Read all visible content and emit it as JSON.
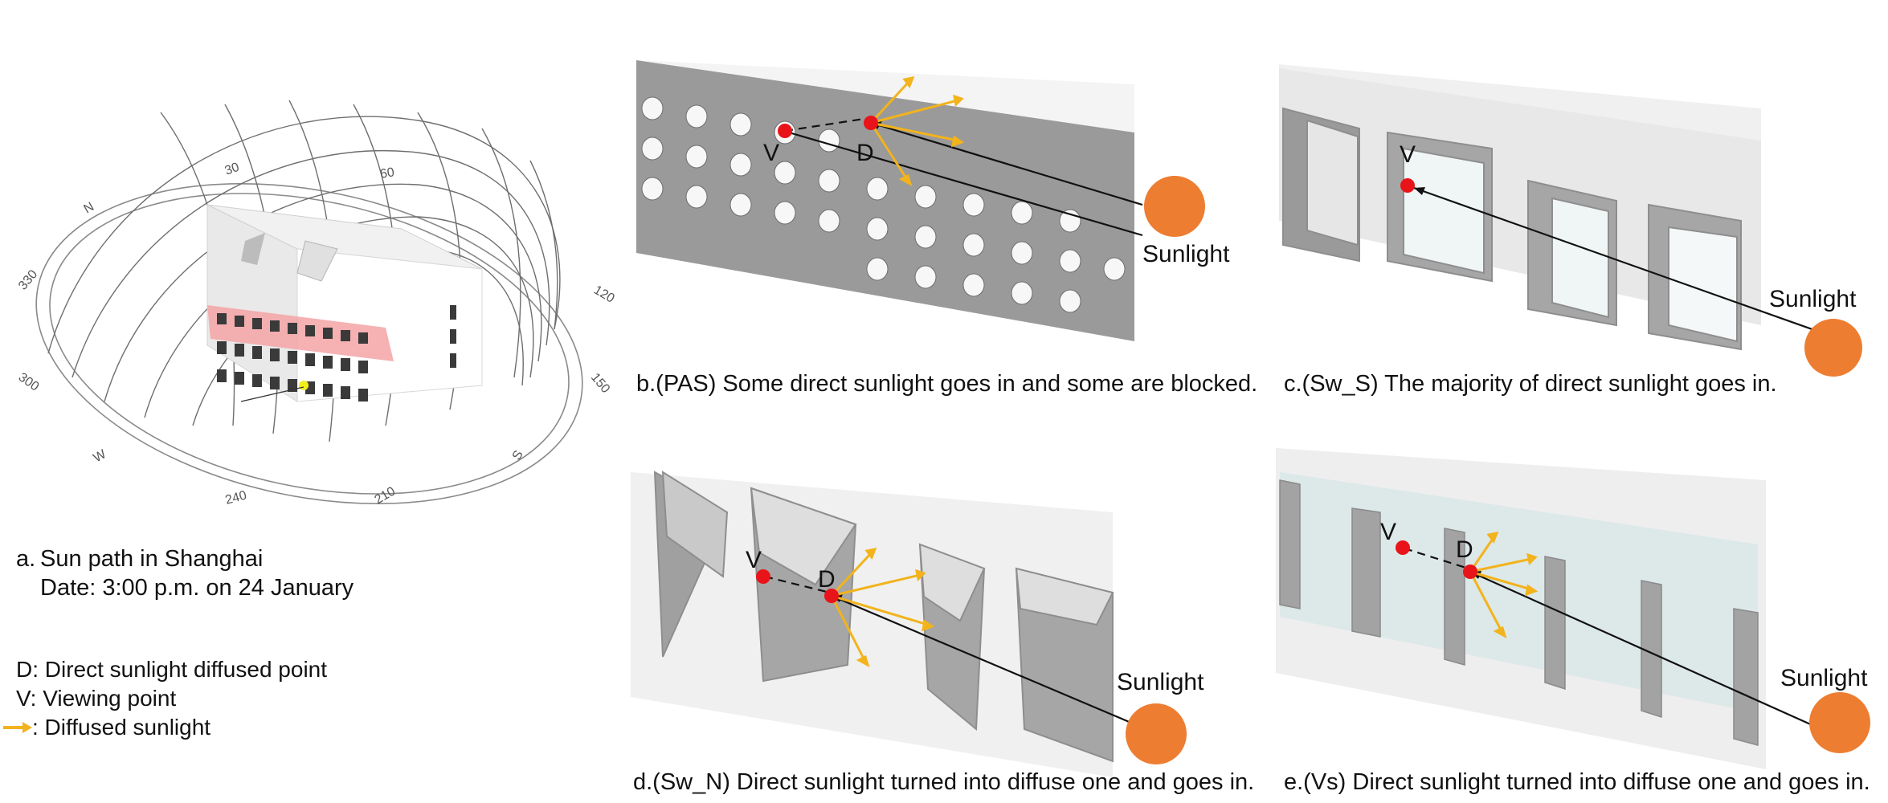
{
  "colors": {
    "sun": "#ED7D31",
    "point": "#E8141A",
    "ray": "#F2B31C",
    "shade": "#9A9A9A",
    "highlight": "#F4A3A6",
    "marker": "#F2EE1C"
  },
  "panel_a": {
    "compass": [
      "N",
      "30",
      "60",
      "120",
      "150",
      "S",
      "210",
      "240",
      "W",
      "300",
      "330"
    ],
    "caption_letter": "a.",
    "caption_line1": "Sun path in Shanghai",
    "caption_line2": "Date: 3:00 p.m. on 24 January"
  },
  "legend": {
    "d_text": "D: Direct sunlight diffused point",
    "v_text": "V: Viewing point",
    "arrow_text": ": Diffused sunlight"
  },
  "panel_b": {
    "caption": "b.(PAS) Some direct sunlight goes in and some are blocked.",
    "sun_label": "Sunlight",
    "v": "V",
    "d": "D"
  },
  "panel_c": {
    "caption": "c.(Sw_S) The majority of direct sunlight goes in.",
    "sun_label": "Sunlight",
    "v": "V"
  },
  "panel_d": {
    "caption": "d.(Sw_N) Direct sunlight turned into diffuse one and goes in.",
    "sun_label": "Sunlight",
    "v": "V",
    "d": "D"
  },
  "panel_e": {
    "caption": "e.(Vs) Direct sunlight turned into diffuse one and goes in.",
    "sun_label": "Sunlight",
    "v": "V",
    "d": "D"
  }
}
